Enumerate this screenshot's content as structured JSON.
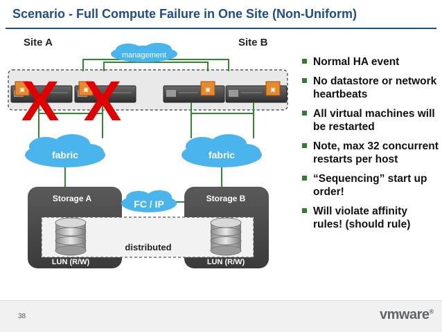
{
  "slide": {
    "title": "Scenario - Full Compute Failure in One Site (Non-Uniform)",
    "page_number": "38",
    "logo": "vmware"
  },
  "diagram": {
    "site_a": "Site A",
    "site_b": "Site B",
    "management": "management",
    "fabric_a": "fabric",
    "fabric_b": "fabric",
    "storage_a": "Storage A",
    "storage_b": "Storage B",
    "fc_ip": "FC / IP",
    "distributed": "distributed",
    "lun_a": "LUN (R/W)",
    "lun_b": "LUN (R/W)",
    "failure_mark": "X"
  },
  "bullets": [
    "Normal HA event",
    "No datastore or network heartbeats",
    "All virtual machines will be restarted",
    "Note, max 32 concurrent restarts per host",
    "“Sequencing” start up order!",
    "Will violate affinity rules! (should rule)"
  ],
  "colors": {
    "title": "#1f4e87",
    "bullet_marker": "#2e7d32",
    "failure": "#e00000",
    "cloud": "#4ab4ec",
    "storage_box": "#4a4a4a",
    "link": "#2f8a2f"
  }
}
